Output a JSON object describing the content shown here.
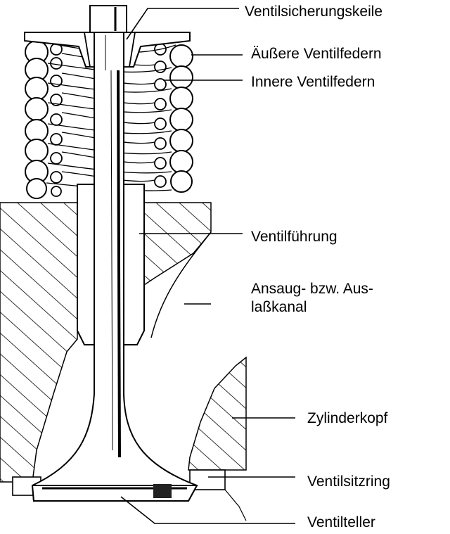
{
  "diagram": {
    "labels": {
      "keile": "Ventilsicherungskeile",
      "aussere_federn": "Äußere Ventilfedern",
      "innere_federn": "Innere Ventilfedern",
      "fuehrung": "Ventilführung",
      "kanal_line1": "Ansaug- bzw. Aus-",
      "kanal_line2": "laßkanal",
      "zylinderkopf": "Zylinderkopf",
      "sitzring": "Ventilsitzring",
      "teller": "Ventilteller"
    },
    "colors": {
      "ink": "#000000",
      "paper": "#ffffff"
    }
  }
}
